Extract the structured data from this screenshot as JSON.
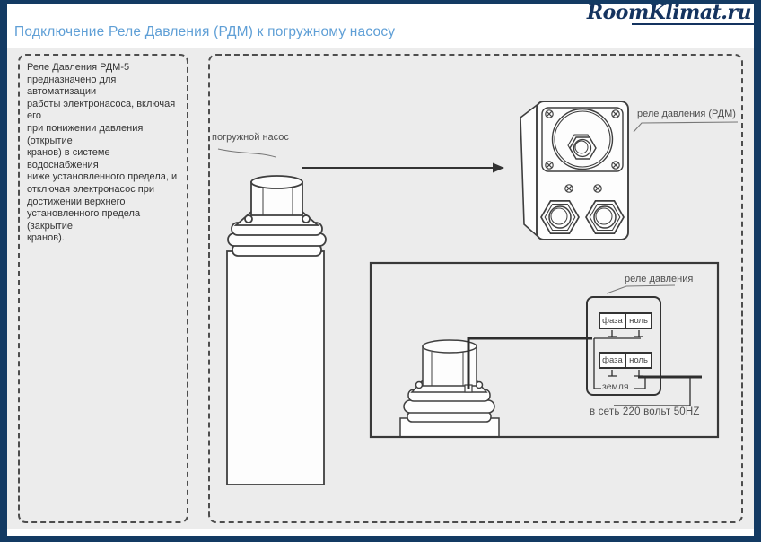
{
  "page": {
    "logo_text": "RoomKlimat.ru",
    "title": "Подключение Реле Давления (РДМ) к погружному насосу"
  },
  "info_box": {
    "lines": [
      "Реле Давления РДМ-5",
      "предназначено для автоматизации",
      "работы электронасоса, включая его",
      "при понижении давления (открытие",
      "кранов) в системе водоснабжения",
      "ниже установленного предела, и",
      "отключая электронасос при",
      "достижении верхнего",
      "установленного предела (закрытие",
      "кранов)."
    ]
  },
  "diagram": {
    "pump_label": "погружной насос",
    "relay_label": "реле давления (РДМ)",
    "wiring": {
      "relay_label": "реле давления",
      "terminals_top": {
        "phase": "фаза",
        "neutral": "ноль"
      },
      "terminals_bottom": {
        "phase": "фаза",
        "neutral": "ноль"
      },
      "ground_label": "земля",
      "mains_label": "в сеть 220 вольт 50HZ"
    }
  },
  "colors": {
    "frame_navy": "#133a63",
    "content_gray": "#ececec",
    "title_blue": "#5f9fd6",
    "diagram_line": "#3f3f3f",
    "wire_dark": "#2e2e2e",
    "dashed_border": "#4d4d4d",
    "body_text": "#333333",
    "label_text": "#4f4f4f"
  }
}
